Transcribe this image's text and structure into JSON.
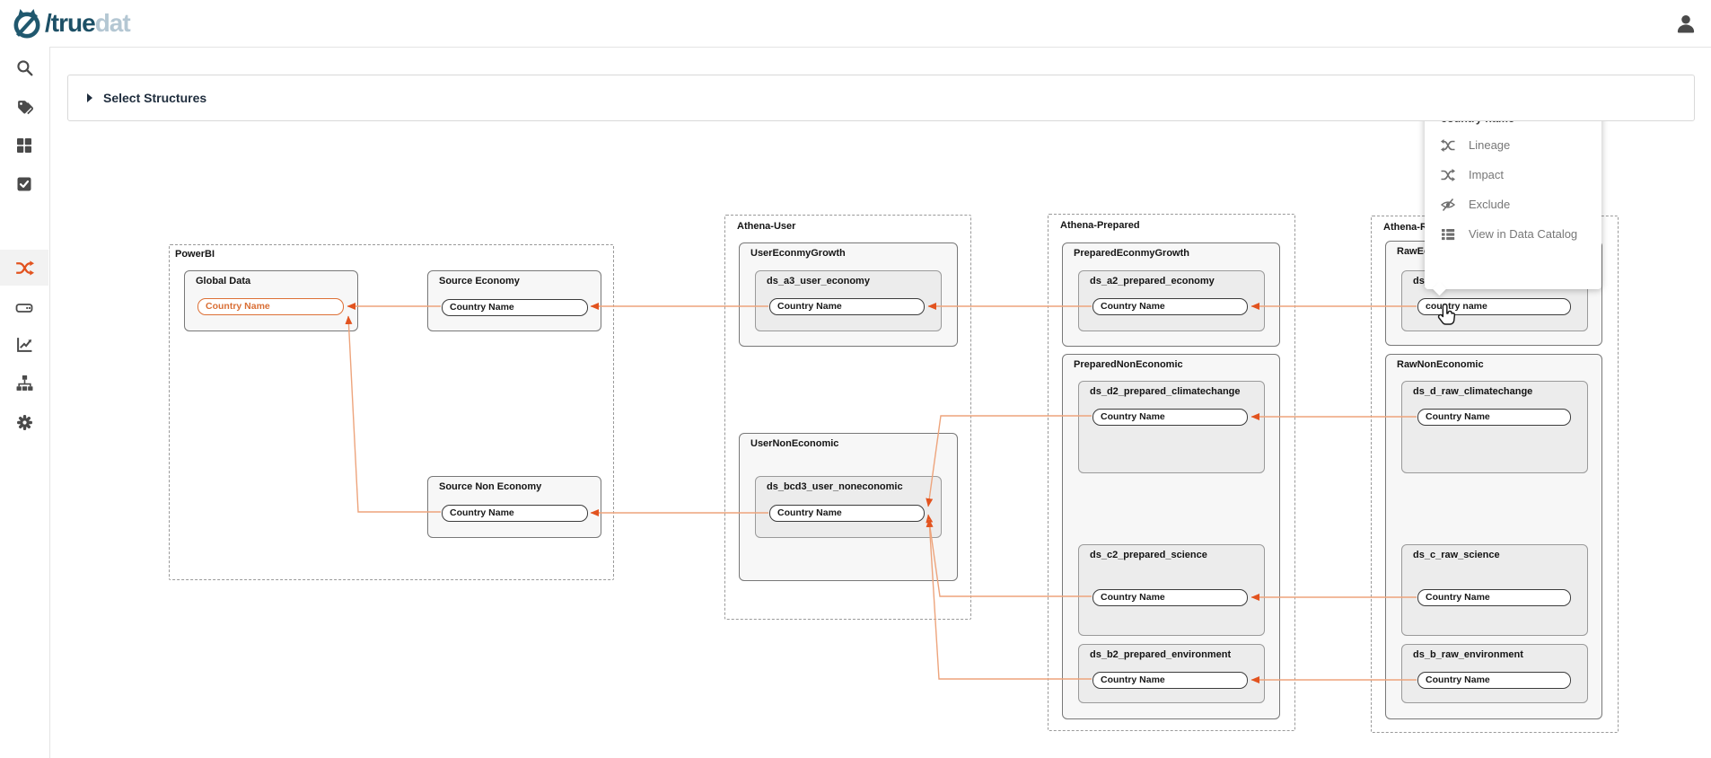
{
  "header": {
    "logo_prefix": "/true",
    "logo_suffix": "dat"
  },
  "sidebar": {
    "items": [
      {
        "icon": "search-icon",
        "active": false
      },
      {
        "icon": "tags-icon",
        "active": false
      },
      {
        "icon": "grid-icon",
        "active": false
      },
      {
        "icon": "tasks-icon",
        "active": false
      },
      {
        "icon": "lineage-shuffle-icon",
        "active": true
      },
      {
        "icon": "storage-icon",
        "active": false
      },
      {
        "icon": "chart-line-icon",
        "active": false
      },
      {
        "icon": "hierarchy-icon",
        "active": false
      },
      {
        "icon": "settings-gear-icon",
        "active": false
      }
    ]
  },
  "panel": {
    "label": "Select Structures"
  },
  "diagram": {
    "powerbi": {
      "label": "PowerBI",
      "global_data": {
        "title": "Global Data",
        "field": "Country Name"
      },
      "source_economy": {
        "title": "Source Economy",
        "field": "Country Name"
      },
      "source_non_economy": {
        "title": "Source Non Economy",
        "field": "Country Name"
      }
    },
    "athena_user": {
      "label": "Athena-User",
      "user_econmy_growth": {
        "title": "UserEconmyGrowth",
        "table": {
          "title": "ds_a3_user_economy",
          "field": "Country Name"
        }
      },
      "user_non_economic": {
        "title": "UserNonEconomic",
        "table": {
          "title": "ds_bcd3_user_noneconomic",
          "field": "Country Name"
        }
      }
    },
    "athena_prepared": {
      "label": "Athena-Prepared",
      "prepared_econmy_growth": {
        "title": "PreparedEconmyGrowth",
        "table": {
          "title": "ds_a2_prepared_economy",
          "field": "Country Name"
        }
      },
      "prepared_non_economic": {
        "title": "PreparedNonEconomic",
        "tables": [
          {
            "title": "ds_d2_prepared_climatechange",
            "field": "Country Name"
          },
          {
            "title": "ds_c2_prepared_science",
            "field": "Country Name"
          },
          {
            "title": "ds_b2_prepared_environment",
            "field": "Country Name"
          }
        ]
      }
    },
    "athena_raw": {
      "label": "Athena-Raw",
      "raw_economic": {
        "title": "RawEconomic",
        "table": {
          "title": "ds_a_raw_economy",
          "field": "country name"
        }
      },
      "raw_non_economic": {
        "title": "RawNonEconomic",
        "tables": [
          {
            "title": "ds_d_raw_climatechange",
            "field": "Country Name"
          },
          {
            "title": "ds_c_raw_science",
            "field": "Country Name"
          },
          {
            "title": "ds_b_raw_environment",
            "field": "Country Name"
          }
        ]
      }
    }
  },
  "context_menu": {
    "title": "country name",
    "items": [
      {
        "icon": "lineage-icon",
        "label": "Lineage"
      },
      {
        "icon": "impact-icon",
        "label": "Impact"
      },
      {
        "icon": "exclude-eye-slash-icon",
        "label": "Exclude"
      },
      {
        "icon": "catalog-list-icon",
        "label": "View in Data Catalog"
      }
    ]
  },
  "colors": {
    "accent_orange": "#e2531f",
    "edge_line": "#eda47c",
    "edge_arrow": "#e2531f",
    "highlight_field": "#dd7036",
    "logo_dark": "#1d5066",
    "logo_light": "#b4c7d3"
  }
}
